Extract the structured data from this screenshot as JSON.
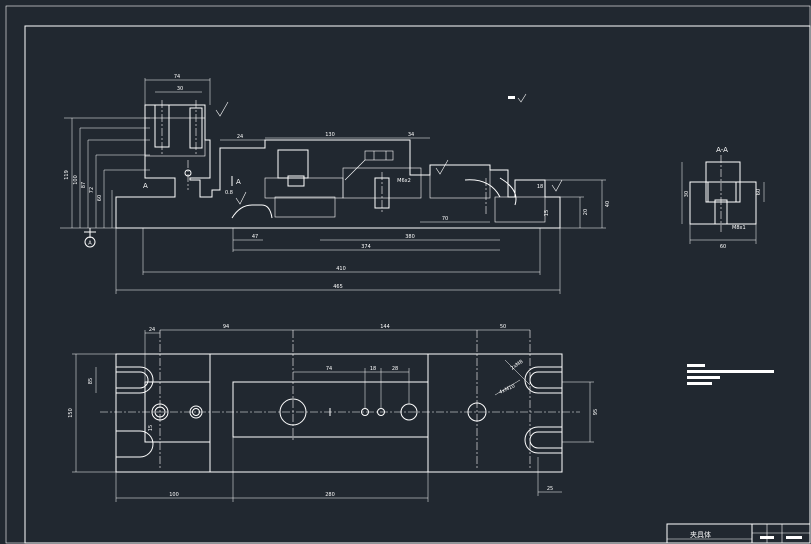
{
  "section_label": "A-A",
  "section_mark": "A",
  "datum_label": "A",
  "front_view": {
    "dims_horizontal": [
      "74",
      "30",
      "24",
      "130",
      "34",
      "70",
      "47",
      "374",
      "380",
      "410",
      "465"
    ],
    "dims_vertical": [
      "119",
      "100",
      "87",
      "72",
      "60",
      "40",
      "20",
      "15",
      "18"
    ],
    "thread_callout": "M6x2",
    "section_mark": "A",
    "surface_note": "0.8"
  },
  "section_view": {
    "dims": [
      "60",
      "30",
      "60",
      "M8x1"
    ]
  },
  "top_view": {
    "dims_top": [
      "24",
      "94",
      "144",
      "50"
    ],
    "dims_inner": [
      "74",
      "18",
      "28"
    ],
    "dims_left": [
      "85",
      "150",
      "15"
    ],
    "dims_right": [
      "95"
    ],
    "dims_bottom": [
      "100",
      "280",
      "25"
    ],
    "hole_callouts": [
      "2xM8",
      "4xM10"
    ]
  },
  "notes_title": "",
  "notes": [
    "",
    "",
    ""
  ],
  "title_block": {
    "name": "夹具体"
  }
}
